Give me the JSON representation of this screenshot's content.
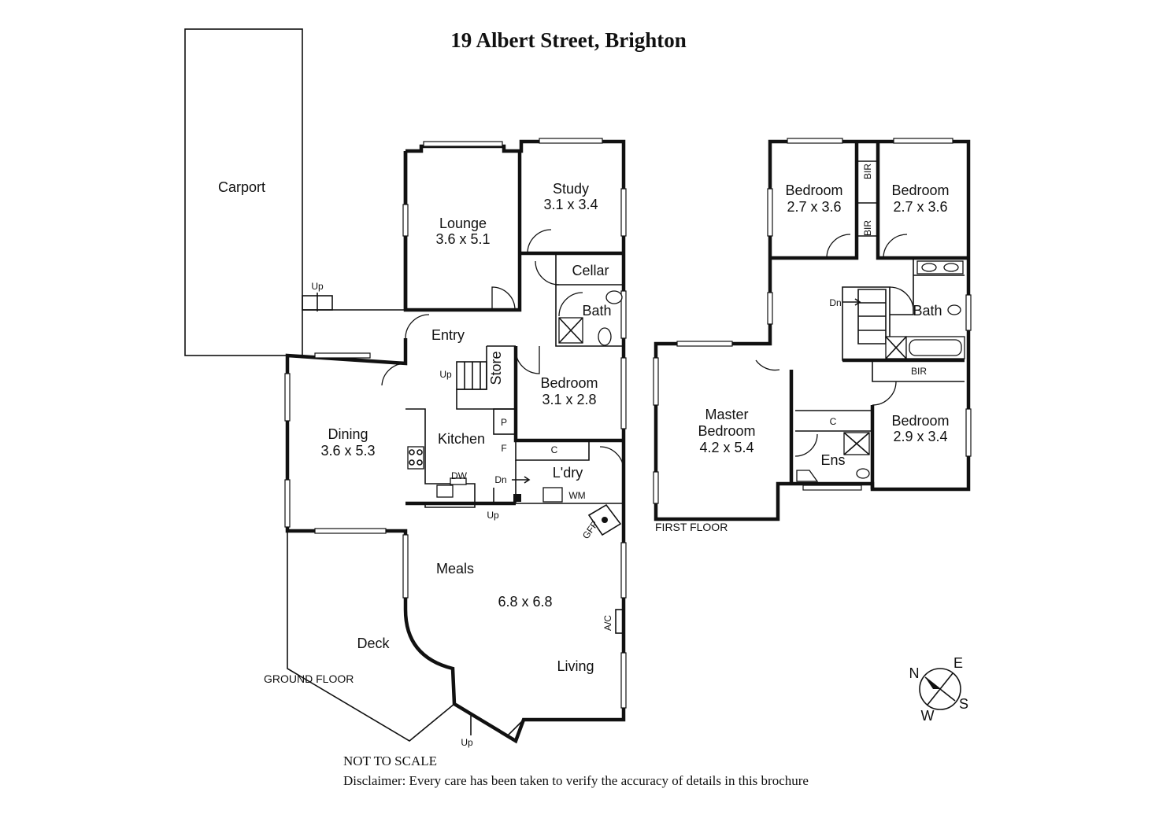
{
  "title": "19 Albert Street, Brighton",
  "floors": {
    "ground": "GROUND FLOOR",
    "first": "FIRST FLOOR"
  },
  "ground_rooms": {
    "carport": "Carport",
    "lounge": "Lounge",
    "lounge_size": "3.6 x 5.1",
    "study": "Study",
    "study_size": "3.1 x 3.4",
    "cellar": "Cellar",
    "bath": "Bath",
    "entry": "Entry",
    "store": "Store",
    "bedroom": "Bedroom",
    "bedroom_size": "3.1 x 2.8",
    "dining": "Dining",
    "dining_size": "3.6 x 5.3",
    "kitchen": "Kitchen",
    "pantry": "P",
    "fridge": "F",
    "linen": "C",
    "laundry": "L'dry",
    "washing_machine": "WM",
    "dishwasher": "DW",
    "meals": "Meals",
    "living_size": "6.8 x 6.8",
    "living": "Living",
    "aircon": "A/C",
    "gas_fireplace": "GFP",
    "deck": "Deck"
  },
  "first_rooms": {
    "bedroom_a": "Bedroom",
    "bedroom_a_size": "2.7 x 3.6",
    "bedroom_b": "Bedroom",
    "bedroom_b_size": "2.7 x 3.6",
    "bir_1": "BIR",
    "bir_2": "BIR",
    "bir_3": "BIR",
    "bath": "Bath",
    "master": "Master",
    "master_2": "Bedroom",
    "master_size": "4.2 x 5.4",
    "linen": "C",
    "ensuite": "Ens",
    "bedroom_c": "Bedroom",
    "bedroom_c_size": "2.9 x 3.4"
  },
  "stairs": {
    "up": "Up",
    "down": "Dn"
  },
  "compass": {
    "n": "N",
    "e": "E",
    "s": "S",
    "w": "W"
  },
  "footer": {
    "not_to_scale": "NOT TO SCALE",
    "disclaimer": "Disclaimer: Every care has been taken to verify the accuracy of details in this brochure"
  }
}
